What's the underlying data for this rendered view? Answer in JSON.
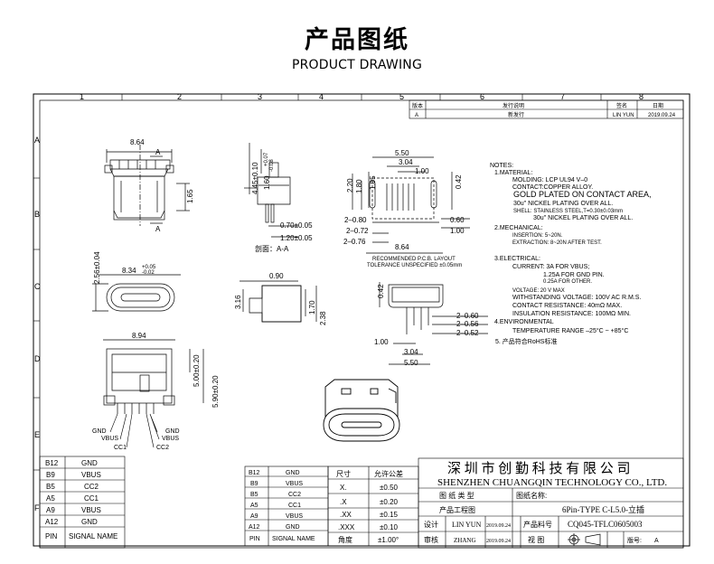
{
  "header": {
    "title_cn": "产品图纸",
    "title_en": "PRODUCT DRAWING"
  },
  "frame": {
    "col_numbers": [
      "1",
      "2",
      "3",
      "4",
      "5",
      "6",
      "7",
      "8"
    ],
    "row_letters": [
      "A",
      "B",
      "C",
      "D",
      "E",
      "F"
    ]
  },
  "revision": {
    "col_a": "版本",
    "col_b": "发行说明",
    "col_c": "签名",
    "col_d": "日期",
    "rev": "A",
    "desc": "新发行",
    "signer": "LIN YUN",
    "date": "2019.09.24"
  },
  "dims": {
    "d864": "8.64",
    "a_mark": "A",
    "d445": "4.45±0.10",
    "d160": "1.60",
    "d160_tol": "+0.07",
    "d160_tol2": "-0.08",
    "d165": "1.65",
    "d070": "0.70±0.05",
    "d120": "1.20±0.05",
    "section": "剖面：A-A",
    "d256": "2.56±0.04",
    "d834": "8.34",
    "d834_tol": "+0.05",
    "d834_tol2": "-0.02",
    "d090": "0.90",
    "d316": "3.16",
    "d170": "1.70",
    "d238": "2.38",
    "d894": "8.94",
    "d500": "5.00±0.20",
    "d590": "5.90±0.20",
    "gnd_l": "GND",
    "vbus_l": "VBUS",
    "cc1": "CC1",
    "gnd_r": "GND",
    "vbus_r": "VBUS",
    "cc2": "CC2",
    "p550": "5.50",
    "p304": "3.04",
    "p100": "1.00",
    "p220": "2.20",
    "p180": "1.80",
    "p105": "1.05",
    "p042": "0.42",
    "p2080": "2–0.80",
    "p2072": "2–0.72",
    "p2076": "2–0.76",
    "p060": "0.60",
    "p100b": "1.00",
    "p864": "8.64",
    "pcb1": "RECOMMENDED P.C.B. LAYOUT",
    "pcb2": "TOLERANCE UNSPECIFIED ±0.05mm",
    "q042": "0.42",
    "q2060": "2–0.60",
    "q2056": "2–0.56",
    "q2052": "2–0.52",
    "q100": "1.00",
    "q304": "3.04",
    "q550": "5.50"
  },
  "notes": {
    "n0": "NOTES:",
    "n1": "1.MATERIAL:",
    "n2": "MOLDING: LCP UL94 V–0",
    "n3": "CONTACT:COPPER ALLOY.",
    "n4": "GOLD PLATED ON CONTACT AREA,",
    "n5": "30u\" NICKEL PLATING OVER ALL.",
    "n6": "SHELL: STAINLESS STEEL,T=0.30±0.03mm",
    "n7": "30u\" NICKEL PLATING OVER ALL.",
    "n8": "2.MECHANICAL:",
    "n9": "INSERTION: 5~20N.",
    "n10": "EXTRACTION: 8~20N AFTER TEST.",
    "n11": "3.ELECTRICAL:",
    "n12": "CURRENT: 3A FOR VBUS;",
    "n13": "1.25A FOR GND PIN.",
    "n14": "0.25A FOR OTHER.",
    "n15": "VOLTAGE: 20 V MAX",
    "n16": "WITHSTANDING VOLTAGE: 100V AC R.M.S.",
    "n17": "CONTACT RESISTANCE: 40mΩ MAX.",
    "n18": "INSULATION RESISTANCE: 100MΩ MIN.",
    "n19": "4.ENVIRONMENTAL",
    "n20": "TEMPERATURE RANGE –25°C ~ +85°C",
    "n21": "5. 产品符合RoHS标准"
  },
  "pin_table_left": [
    [
      "B12",
      "GND"
    ],
    [
      "B9",
      "VBUS"
    ],
    [
      "B5",
      "CC2"
    ],
    [
      "A5",
      "CC1"
    ],
    [
      "A9",
      "VBUS"
    ],
    [
      "A12",
      "GND"
    ],
    [
      "PIN",
      "SIGNAL NAME"
    ]
  ],
  "pin_table_mid": [
    [
      "B12",
      "GND"
    ],
    [
      "B9",
      "VBUS"
    ],
    [
      "B5",
      "CC2"
    ],
    [
      "A5",
      "CC1"
    ],
    [
      "A9",
      "VBUS"
    ],
    [
      "A12",
      "GND"
    ],
    [
      "PIN",
      "SIGNAL NAME"
    ]
  ],
  "tolerance": {
    "h1": "尺寸",
    "h2": "允许公差",
    "rows": [
      [
        "X.",
        "±0.50"
      ],
      [
        ".X",
        "±0.20"
      ],
      [
        ".XX",
        "±0.15"
      ],
      [
        ".XXX",
        "±0.10"
      ],
      [
        "角度",
        "±1.00°"
      ]
    ]
  },
  "title_block": {
    "company_cn": "深 圳 市 创 勤 科 技 有 限 公 司",
    "company_en": "SHENZHEN CHUANGQIN TECHNOLOGY CO., LTD.",
    "type_label": "图 纸 类 型",
    "name_label": "图纸名称:",
    "eng_label": "产品工程图",
    "product_name": "6Pin-TYPE C-L5.0-立插",
    "design_label": "设计",
    "designer": "LIN YUN",
    "design_date": "2019.09.24",
    "partno_label": "产品料号",
    "partno": "CQ045-TFLC0605003",
    "check_label": "审核",
    "checker": "ZHANG",
    "check_date": "2019.09.24",
    "view_label": "视  图",
    "version_label": "版号:",
    "version": "A"
  }
}
